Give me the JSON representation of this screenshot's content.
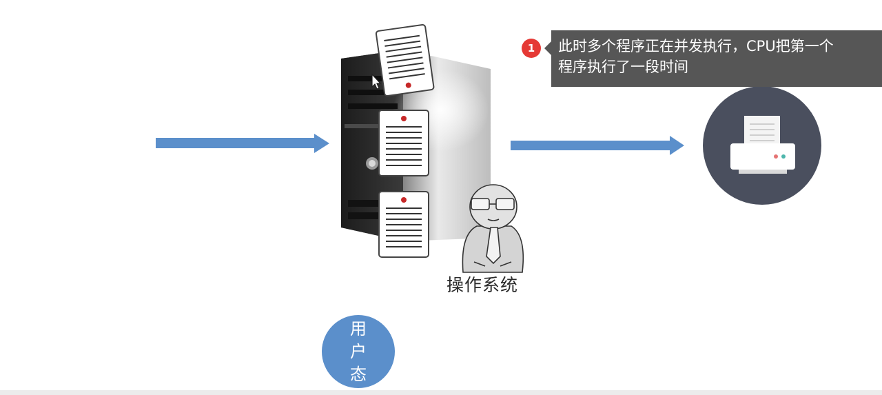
{
  "step_badge": {
    "number": "1",
    "color": "#e53935"
  },
  "tooltip": {
    "line1": "此时多个程序正在并发执行，CPU把第一个",
    "line2": "程序执行了一段时间"
  },
  "os_label": "操作系统",
  "user_mode": {
    "chars": [
      "用",
      "户",
      "态"
    ],
    "color": "#5b8fcb"
  },
  "colors": {
    "arrow": "#5b8fcb",
    "printer_circle": "#4a4f5e",
    "tooltip_bg": "#565656"
  },
  "icons": [
    "server-tower-icon",
    "program-document-icon",
    "operating-system-person-icon",
    "printer-icon",
    "mouse-cursor-icon"
  ]
}
